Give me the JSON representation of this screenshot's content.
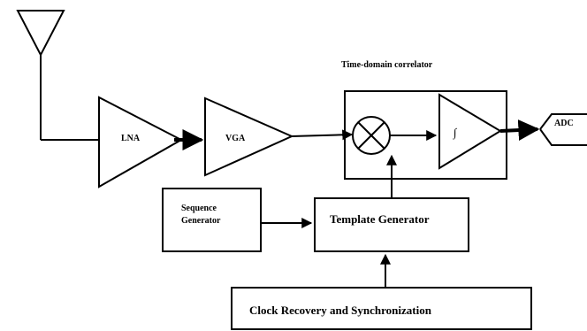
{
  "blocks": {
    "lna": "LNA",
    "vga": "VGA",
    "adc": "ADC",
    "correlator_title": "Time-domain correlator",
    "integrator_symbol": "∫",
    "sequence_generator_line1": "Sequence",
    "sequence_generator_line2": "Generator",
    "template_generator": "Template Generator",
    "clock_recovery": "Clock Recovery and Synchronization"
  }
}
